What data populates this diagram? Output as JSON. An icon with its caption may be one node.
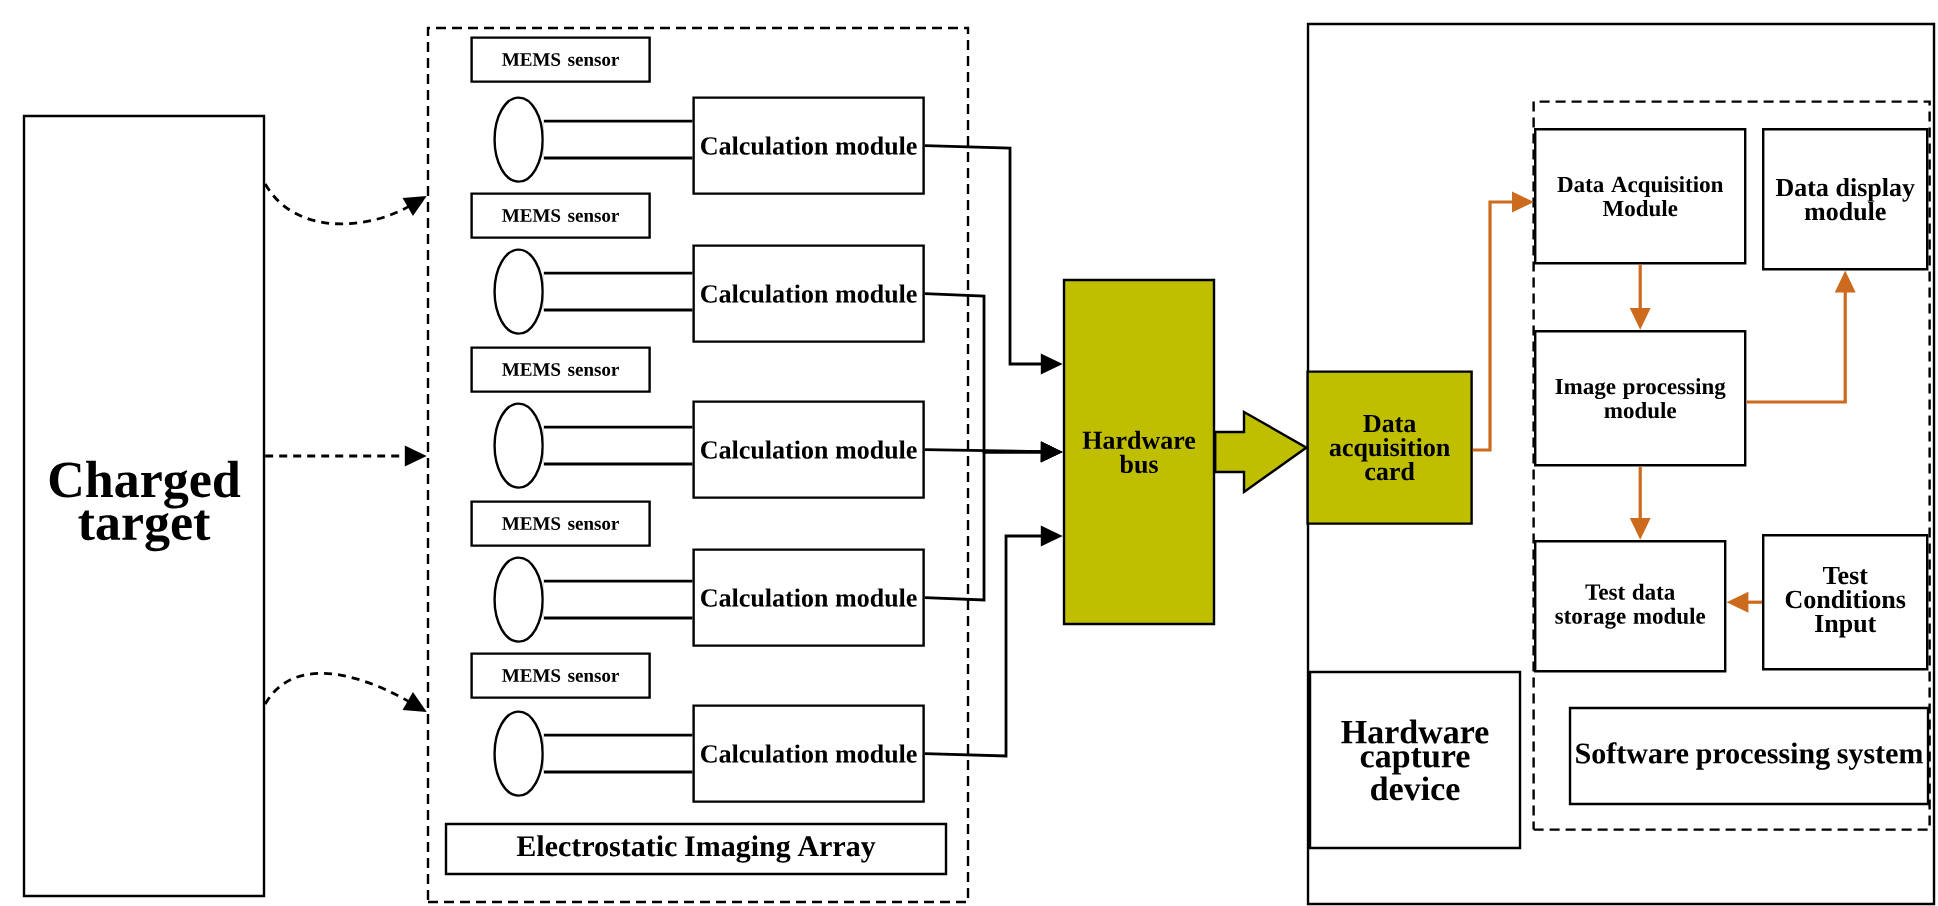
{
  "diagram": {
    "nodes": [
      {
        "text": [
          "Charged target"
        ]
      },
      {
        "text": [
          "Electrostatic Imaging Array"
        ]
      },
      {
        "text": [
          "MEMS sensor"
        ],
        "in": 1
      },
      {
        "text": [],
        "shape": "ellipse",
        "in": 1
      },
      {
        "text": [
          "Calculation module"
        ],
        "in": 1
      },
      {
        "text": [
          "MEMS sensor"
        ],
        "in": 1
      },
      {
        "text": [],
        "shape": "ellipse",
        "in": 1
      },
      {
        "text": [
          "Calculation module"
        ],
        "in": 1
      },
      {
        "text": [
          "MEMS sensor"
        ],
        "in": 1
      },
      {
        "text": [],
        "shape": "ellipse",
        "in": 1
      },
      {
        "text": [
          "Calculation module"
        ],
        "in": 1
      },
      {
        "text": [
          "MEMS sensor"
        ],
        "in": 1
      },
      {
        "text": [],
        "shape": "ellipse",
        "in": 1
      },
      {
        "text": [
          "Calculation module"
        ],
        "in": 1
      },
      {
        "text": [
          "MEMS sensor"
        ],
        "in": 1
      },
      {
        "text": [],
        "shape": "ellipse",
        "in": 1
      },
      {
        "text": [
          "Calculation module"
        ],
        "in": 1
      },
      {
        "text": [
          "Hardware bus"
        ]
      },
      {
        "text": [
          "Hardware capture device"
        ]
      },
      {
        "text": [
          "Data acquisition card"
        ],
        "in": 18
      },
      {
        "text": [
          "Software processing system"
        ],
        "in": 18
      },
      {
        "text": [
          "Data Acquisition Module"
        ],
        "in": 20
      },
      {
        "text": [
          "Data display module"
        ],
        "in": 20
      },
      {
        "text": [
          "Image processing module"
        ],
        "in": 20
      },
      {
        "text": [
          "Test data storage module"
        ],
        "in": 20
      },
      {
        "text": [
          "Test Conditions Input"
        ],
        "in": 20
      }
    ],
    "edges": [
      {
        "from": 0,
        "to": 1,
        "arrow": "to",
        "style": "dashed"
      },
      {
        "from": 0,
        "to": 1,
        "arrow": "to",
        "style": "dashed"
      },
      {
        "from": 0,
        "to": 1,
        "arrow": "to",
        "style": "dashed"
      },
      {
        "from": 3,
        "to": 4,
        "arrow": "none",
        "style": "thick"
      },
      {
        "from": 6,
        "to": 7,
        "arrow": "none",
        "style": "thick"
      },
      {
        "from": 9,
        "to": 10,
        "arrow": "none",
        "style": "thick"
      },
      {
        "from": 12,
        "to": 13,
        "arrow": "none",
        "style": "thick"
      },
      {
        "from": 15,
        "to": 16,
        "arrow": "none",
        "style": "thick"
      },
      {
        "from": 4,
        "to": 17,
        "arrow": "to"
      },
      {
        "from": 7,
        "to": 17,
        "arrow": "to"
      },
      {
        "from": 10,
        "to": 17,
        "arrow": "to"
      },
      {
        "from": 13,
        "to": 17,
        "arrow": "to"
      },
      {
        "from": 16,
        "to": 17,
        "arrow": "to"
      },
      {
        "from": 17,
        "to": 19,
        "arrow": "to",
        "style": "thick"
      },
      {
        "from": 19,
        "to": 21,
        "arrow": "to",
        "color": "#cc6a1e"
      },
      {
        "from": 21,
        "to": 23,
        "arrow": "to",
        "color": "#cc6a1e"
      },
      {
        "from": 23,
        "to": 22,
        "arrow": "to",
        "color": "#cc6a1e"
      },
      {
        "from": 23,
        "to": 24,
        "arrow": "to",
        "color": "#cc6a1e"
      },
      {
        "from": 25,
        "to": 24,
        "arrow": "to",
        "color": "#cc6a1e"
      }
    ]
  }
}
